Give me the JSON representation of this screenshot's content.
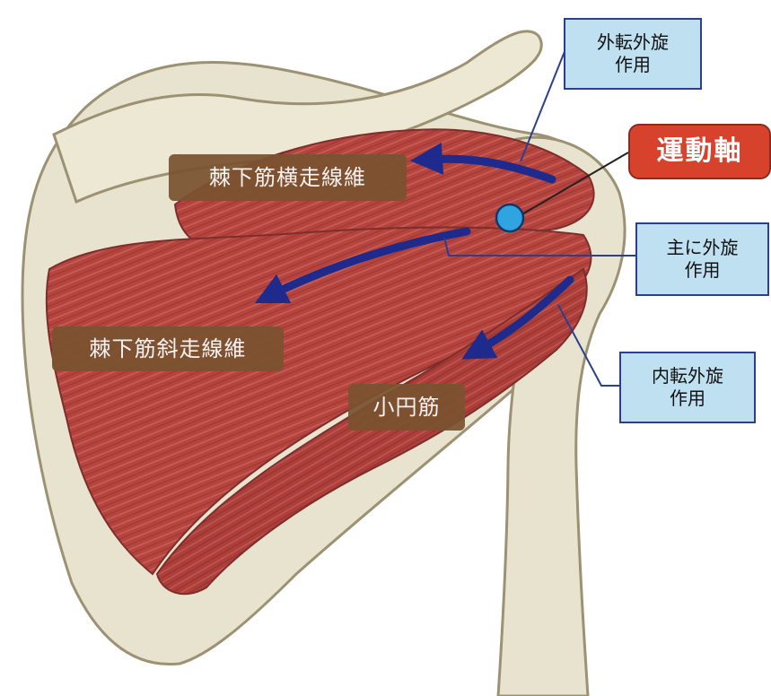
{
  "labels": {
    "infraspinatus_transverse": "棘下筋横走線維",
    "infraspinatus_oblique": "棘下筋斜走線維",
    "teres_minor": "小円筋"
  },
  "actions": {
    "abduction_external_rotation": [
      "外転外旋",
      "作用"
    ],
    "main_external_rotation": [
      "主に外旋",
      "作用"
    ],
    "adduction_external_rotation": [
      "内転外旋",
      "作用"
    ]
  },
  "axis_label": "運動軸",
  "colors": {
    "muscle": "#b5443f",
    "bone": "#e8e3cf",
    "arrow": "#1e2a8c",
    "axis_dot": "#2fa4e0",
    "axis_box": "#d6422c",
    "action_box": "#bfe0f1"
  }
}
